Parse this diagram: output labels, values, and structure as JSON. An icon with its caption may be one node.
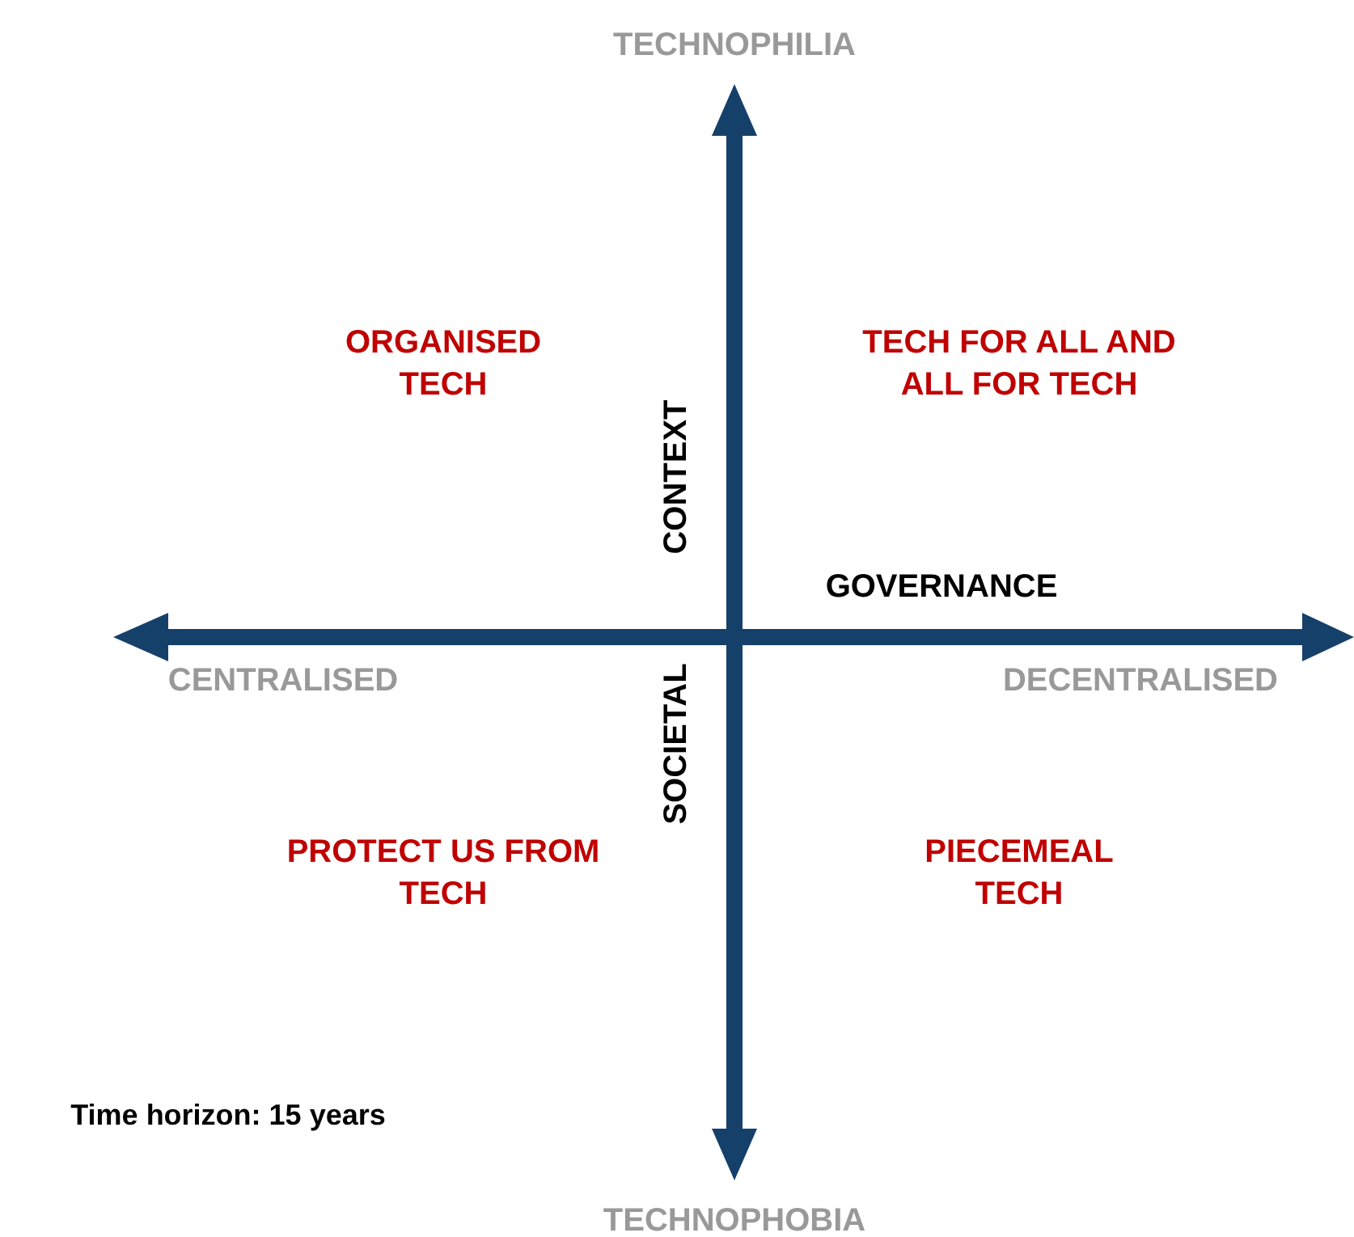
{
  "diagram": {
    "labels": [
      "TECHNOPHILIA",
      "ORGANISED TECH",
      "TECH FOR ALL AND ALL FOR TECH",
      "CONTEXT",
      "GOVERNANCE",
      "CENTRALISED",
      "SOCIETAL",
      "DECENTRALISED",
      "PROTECT US FROM TECH",
      "PIECEMEAL TECH",
      "Time horizon: 15 years",
      "TECHNOPHOBIA"
    ]
  }
}
